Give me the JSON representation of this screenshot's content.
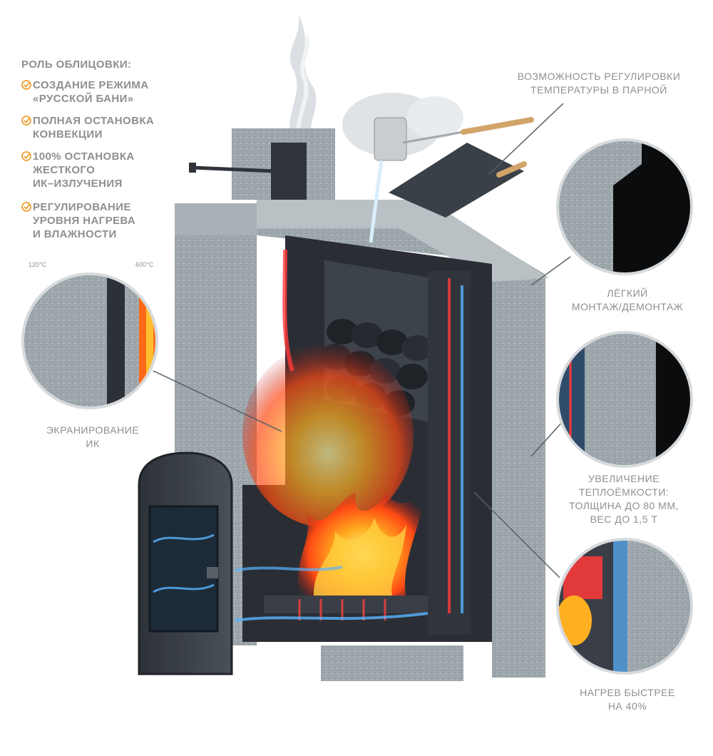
{
  "features": {
    "heading": "РОЛЬ ОБЛИЦОВКИ:",
    "items": [
      "СОЗДАНИЕ РЕЖИМА\n«РУССКОЙ БАНИ»",
      "ПОЛНАЯ ОСТАНОВКА\nКОНВЕКЦИИ",
      "100% ОСТАНОВКА\nЖЕСТКОГО\nИК–ИЗЛУЧЕНИЯ",
      "РЕГУЛИРОВАНИЕ\nУРОВНЯ НАГРЕВА\nИ ВЛАЖНОСТИ"
    ],
    "check_color": "#f0a030"
  },
  "callouts": {
    "temperature": "ВОЗМОЖНОСТЬ РЕГУЛИРОВКИ\nТЕМПЕРАТУРЫ В ПАРНОЙ",
    "mounting": "ЛЁГКИЙ\nМОНТАЖ/ДЕМОНТАЖ",
    "screening": "ЭКРАНИРОВАНИЕ\nИК",
    "capacity": "УВЕЛИЧЕНИЕ\nТЕПЛОЁМКОСТИ:\nТОЛЩИНА ДО 80 ММ,\nВЕС ДО 1,5 Т",
    "heating": "НАГРЕВ БЫСТРЕЕ\nНА 40%"
  },
  "temps": {
    "outer": "120°С",
    "inner": "600°С"
  },
  "colors": {
    "text": "#8f8f8f",
    "stone": "#9aa3a8",
    "iron": "#3a3f47",
    "fire": "#ff5a1a",
    "air": "#5ab4ff"
  }
}
